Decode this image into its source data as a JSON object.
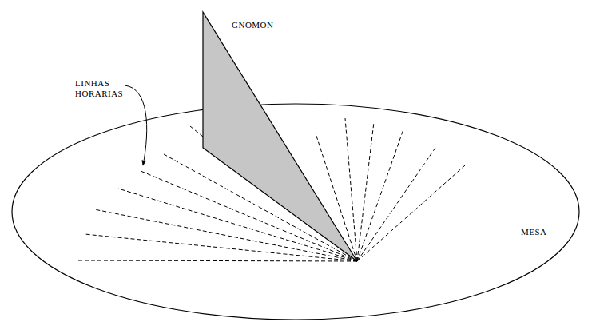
{
  "diagram": {
    "labels": [
      "GNOMON",
      "LINHAS HORARIAS",
      "MESA"
    ]
  }
}
